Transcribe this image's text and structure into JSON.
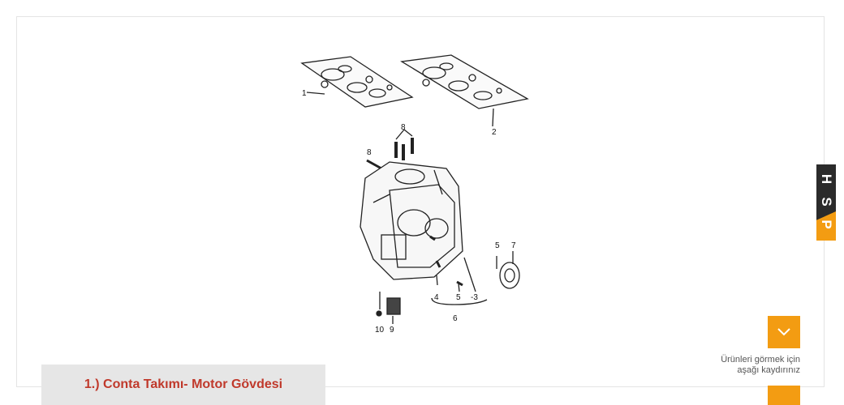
{
  "caption": {
    "title": "1.) Conta Takımı- Motor Gövdesi"
  },
  "side_tab": {
    "letters": [
      "H",
      "S",
      "P"
    ]
  },
  "scroll": {
    "hint_line1": "Ürünleri görmek için",
    "hint_line2": "aşağı kaydırınız",
    "icon": "chevron-down-icon"
  },
  "diagram": {
    "labels": [
      "1",
      "2",
      "8",
      "8",
      "5",
      "7",
      "4",
      "5",
      "-3",
      "6",
      "10",
      "9"
    ]
  },
  "colors": {
    "accent": "#f39c12",
    "caption_text": "#c0392b",
    "caption_bg": "#e6e6e6"
  }
}
